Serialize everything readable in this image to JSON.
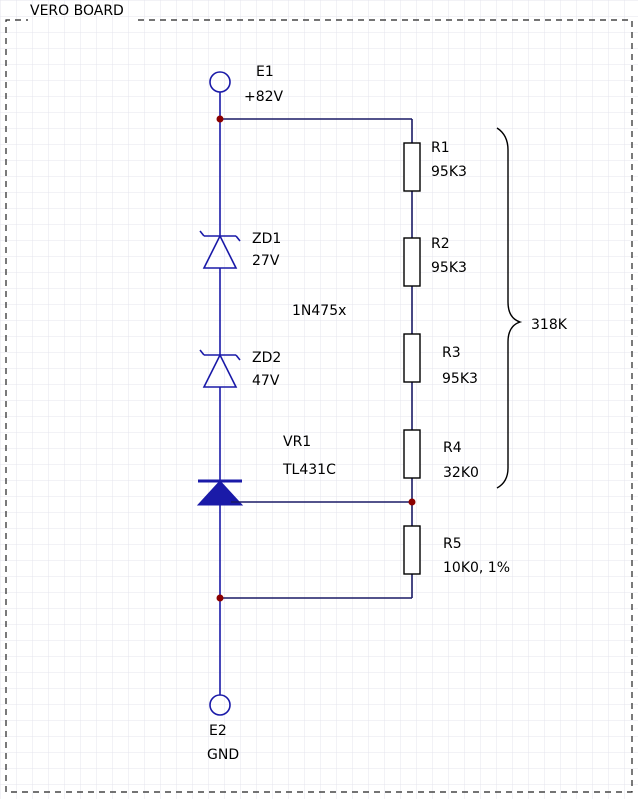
{
  "board": {
    "title": "VERO BOARD"
  },
  "terminals": [
    {
      "ref": "E1",
      "value": "+82V"
    },
    {
      "ref": "E2",
      "value": "GND"
    }
  ],
  "zeners": [
    {
      "ref": "ZD1",
      "value": "27V"
    },
    {
      "ref": "ZD2",
      "value": "47V"
    }
  ],
  "zener_part": "1N475x",
  "regulator": {
    "ref": "VR1",
    "value": "TL431C"
  },
  "resistors": [
    {
      "ref": "R1",
      "value": "95K3"
    },
    {
      "ref": "R2",
      "value": "95K3"
    },
    {
      "ref": "R3",
      "value": "95K3"
    },
    {
      "ref": "R4",
      "value": "32K0"
    },
    {
      "ref": "R5",
      "value": "10K0, 1%"
    }
  ],
  "bracket_label": "318K",
  "colors": {
    "wire": "#1a1aa8",
    "junction": "#8b0000",
    "grid": "#e4e4ee"
  }
}
